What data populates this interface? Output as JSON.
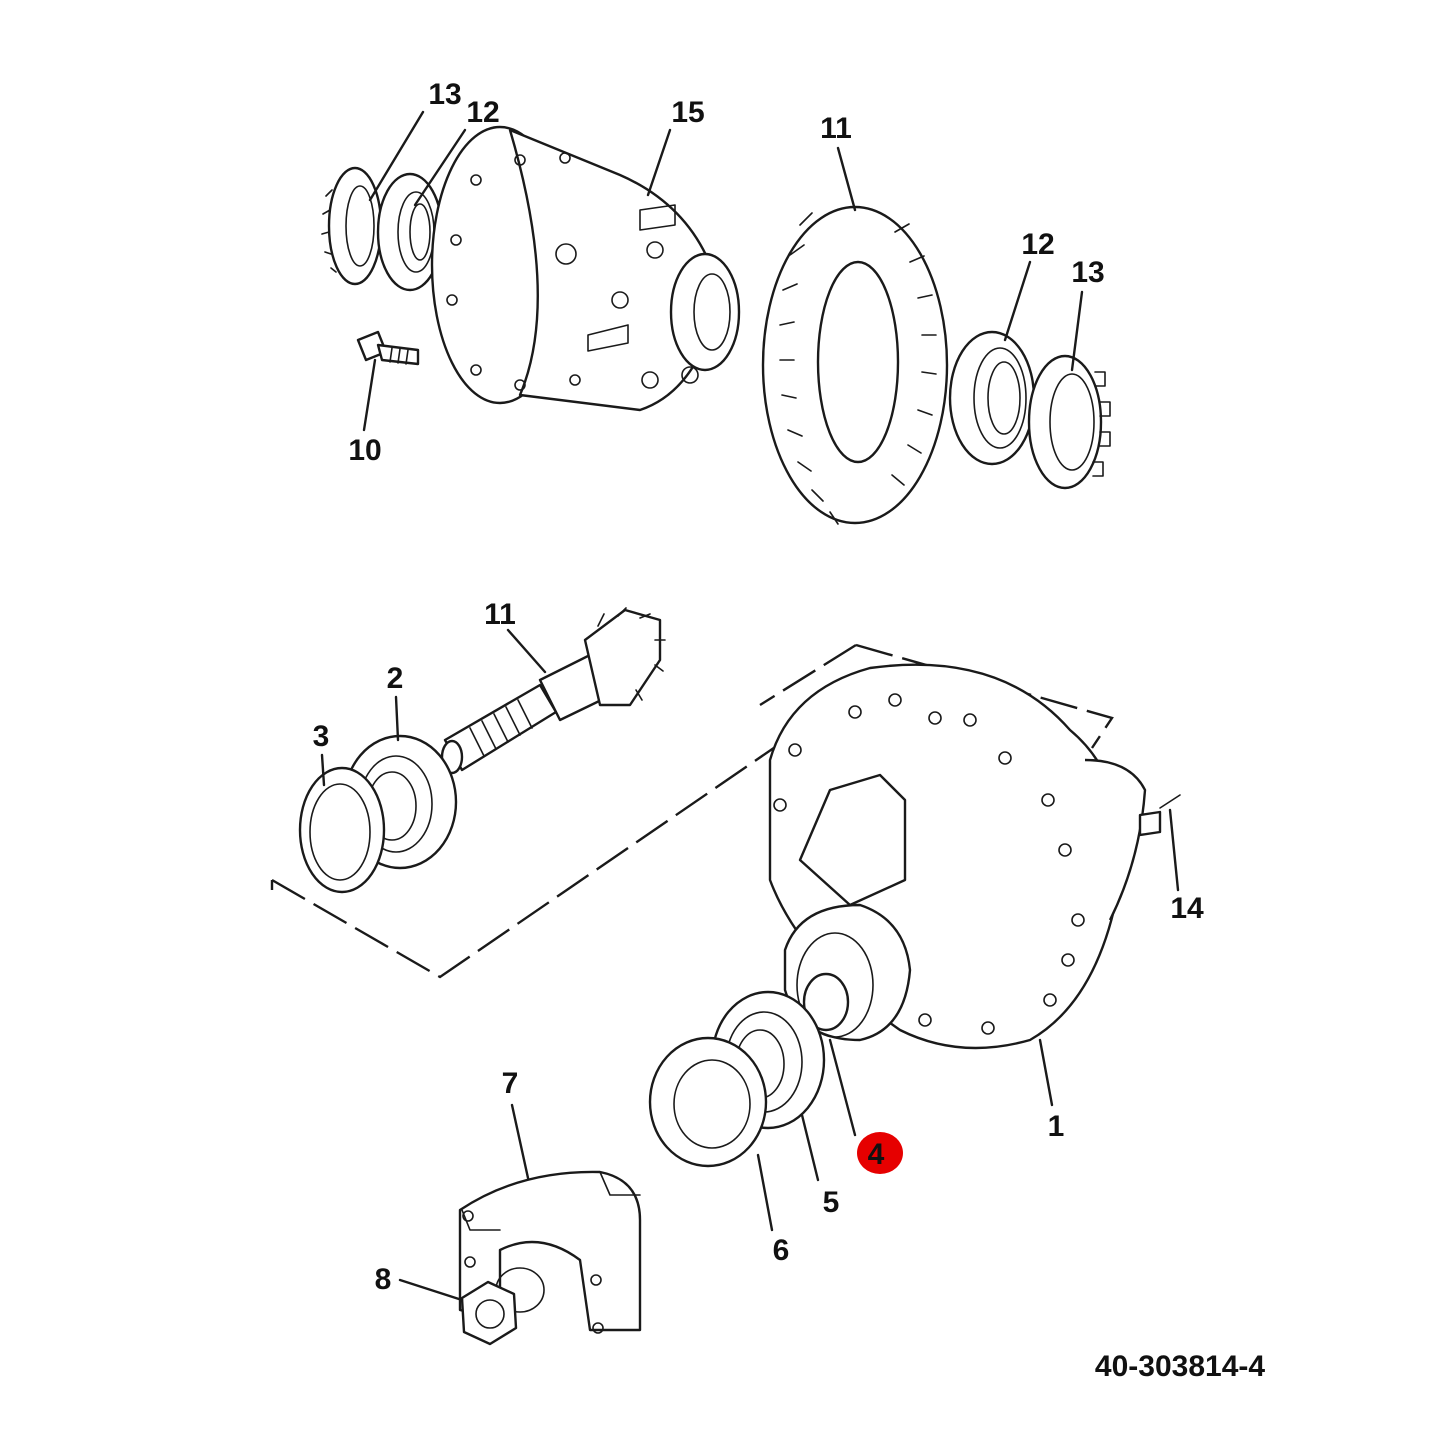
{
  "diagram": {
    "document_number": "40-303814-4",
    "highlight_color": "#e60000",
    "line_color": "#1a1a1a",
    "callouts": {
      "c13a": "13",
      "c12a": "12",
      "c15": "15",
      "c11a": "11",
      "c12b": "12",
      "c13b": "13",
      "c10": "10",
      "c11b": "11",
      "c2": "2",
      "c3": "3",
      "c14": "14",
      "c1": "1",
      "c4": "4",
      "c5": "5",
      "c6": "6",
      "c7": "7",
      "c8": "8"
    },
    "highlighted_callout": "4"
  }
}
